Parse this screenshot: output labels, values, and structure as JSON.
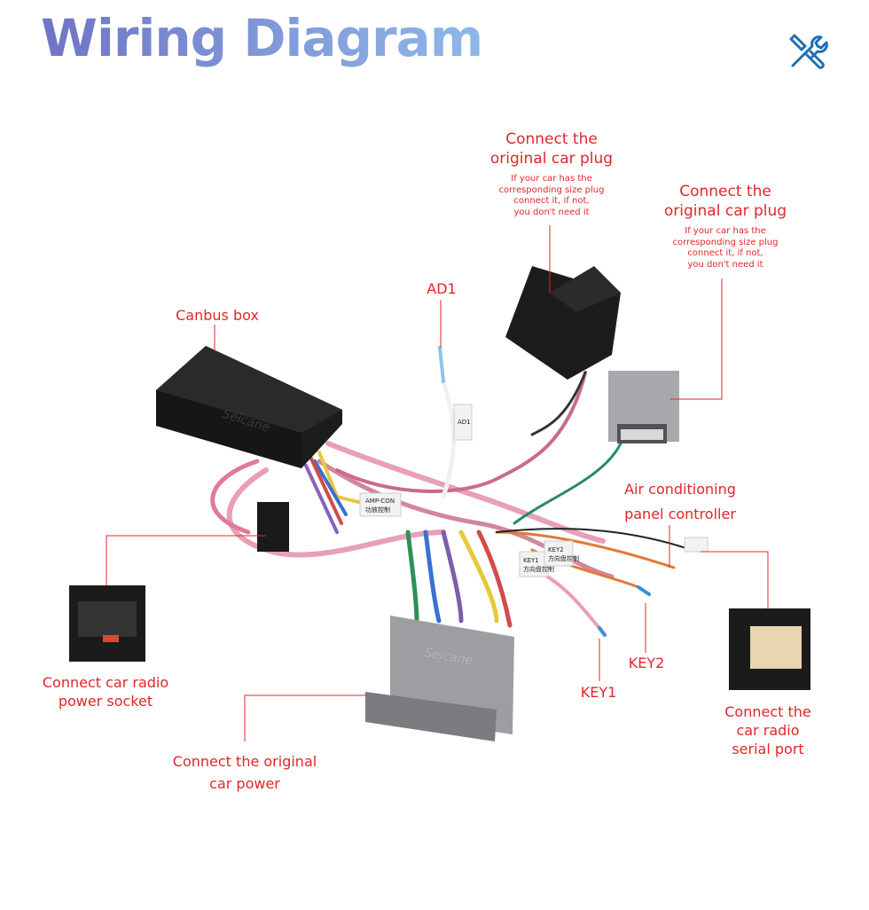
{
  "title": "Wiring Diagram",
  "icons": {
    "header": "tools-icon"
  },
  "colors": {
    "label": "#e0262a",
    "leader": "#e0262a",
    "title_start": "#6f74c4",
    "title_end": "#8fb8e8"
  },
  "labels": {
    "plug1_title": [
      "Connect the",
      "original car plug"
    ],
    "plug1_note": [
      "If your car has the",
      "corresponding size plug",
      "connect it, if not,",
      "you don't need it"
    ],
    "plug2_title": [
      "Connect the",
      "original car plug"
    ],
    "plug2_note": [
      "If your car has the",
      "corresponding size plug",
      "connect it, if not,",
      "you don't need it"
    ],
    "ad1": "AD1",
    "canbus": "Canbus box",
    "aircon": [
      "Air conditioning",
      "panel controller"
    ],
    "radio_power": [
      "Connect car radio",
      "power socket"
    ],
    "serial": [
      "Connect the",
      "car radio",
      "serial port"
    ],
    "key1": "KEY1",
    "key2": "KEY2",
    "car_power": [
      "Connect the original",
      "car power"
    ]
  },
  "product_text": {
    "brand": "Seicane",
    "amp_tag": [
      "AMP-CON",
      "功放控制"
    ],
    "ad1_tag": "AD1",
    "key1_tag": [
      "KEY1",
      "方向盘控制"
    ],
    "key2_tag": [
      "KEY2",
      "方向盘控制"
    ]
  }
}
